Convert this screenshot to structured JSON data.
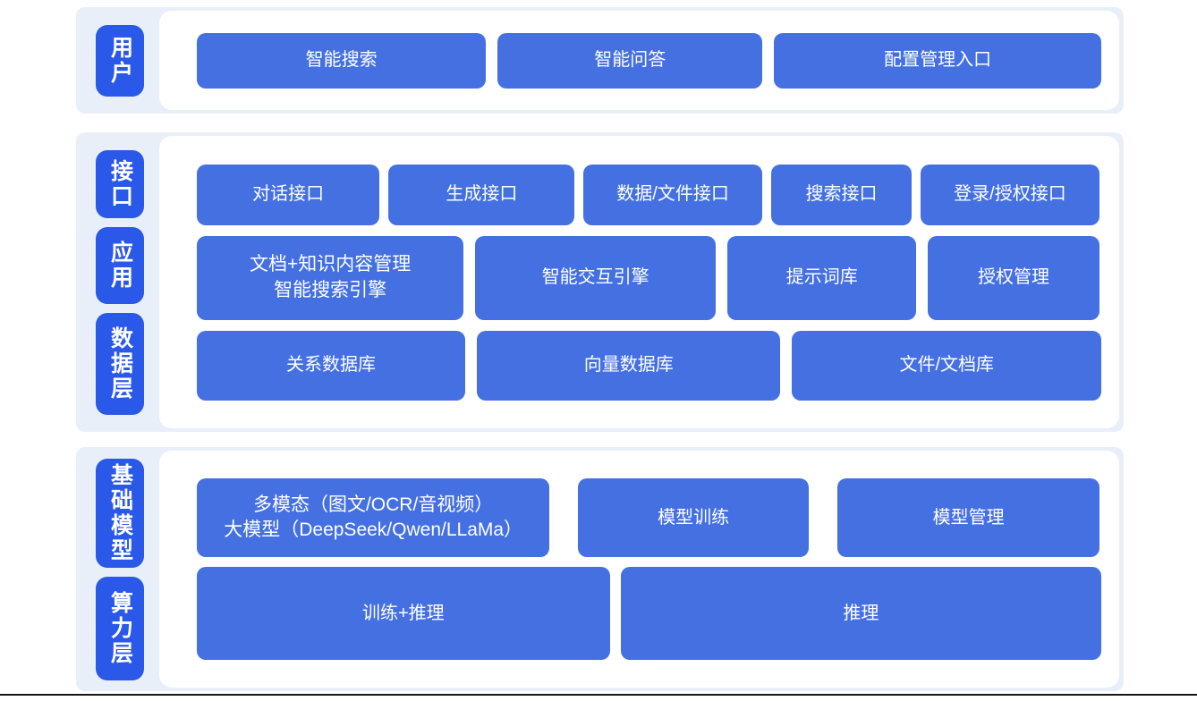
{
  "colors": {
    "page_bg": "#ffffff",
    "panel_bg": "#e9eff9",
    "card_bg": "#ffffff",
    "label_blue": "#2a58e8",
    "box_blue": "#4470e2",
    "box_text": "#ffffff",
    "footer_line": "#161616"
  },
  "sections": [
    {
      "labels": [
        "用户"
      ],
      "rows": [
        {
          "boxes": [
            "智能搜索",
            "智能问答",
            "配置管理入口"
          ]
        }
      ]
    },
    {
      "labels": [
        "接口",
        "应用",
        "数据层"
      ],
      "rows": [
        {
          "boxes": [
            "对话接口",
            "生成接口",
            "数据/文件接口",
            "搜索接口",
            "登录/授权接口"
          ]
        },
        {
          "boxes": [
            "文档+知识内容管理\n智能搜索引擎",
            "智能交互引擎",
            "提示词库",
            "授权管理"
          ]
        },
        {
          "boxes": [
            "关系数据库",
            "向量数据库",
            "文件/文档库"
          ]
        }
      ]
    },
    {
      "labels": [
        "基础模型",
        "算力层"
      ],
      "rows": [
        {
          "boxes": [
            "多模态（图文/OCR/音视频）\n大模型（DeepSeek/Qwen/LLaMa）",
            "模型训练",
            "模型管理"
          ]
        },
        {
          "boxes": [
            "训练+推理",
            "推理"
          ]
        }
      ]
    }
  ]
}
